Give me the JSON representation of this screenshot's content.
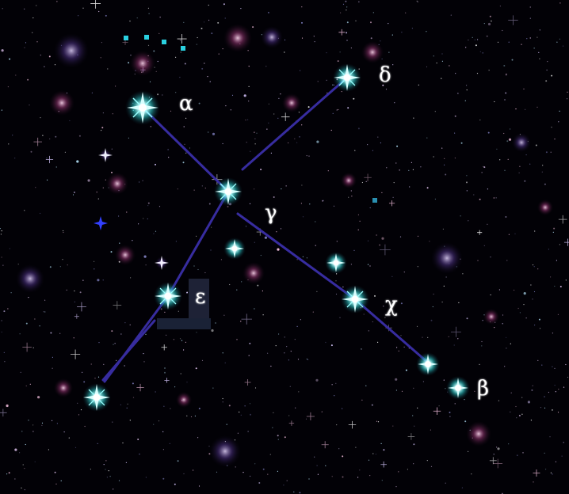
{
  "constellation": {
    "labels": {
      "alpha": "α",
      "beta": "β",
      "gamma": "γ",
      "delta": "δ",
      "epsilon": "ε",
      "chi": "χ"
    }
  },
  "colors": {
    "background": "#020106",
    "star_core": "#e8ffff",
    "star_glow": "#43e6e6",
    "line": "#3a2fa8",
    "label": "#ffffff",
    "nebula_purple": "#b04a8c",
    "nebula_violet": "#6e3fb0",
    "accent_blue": "#3340ff"
  },
  "stars_visible": 10,
  "figure_lines_visible": 7
}
